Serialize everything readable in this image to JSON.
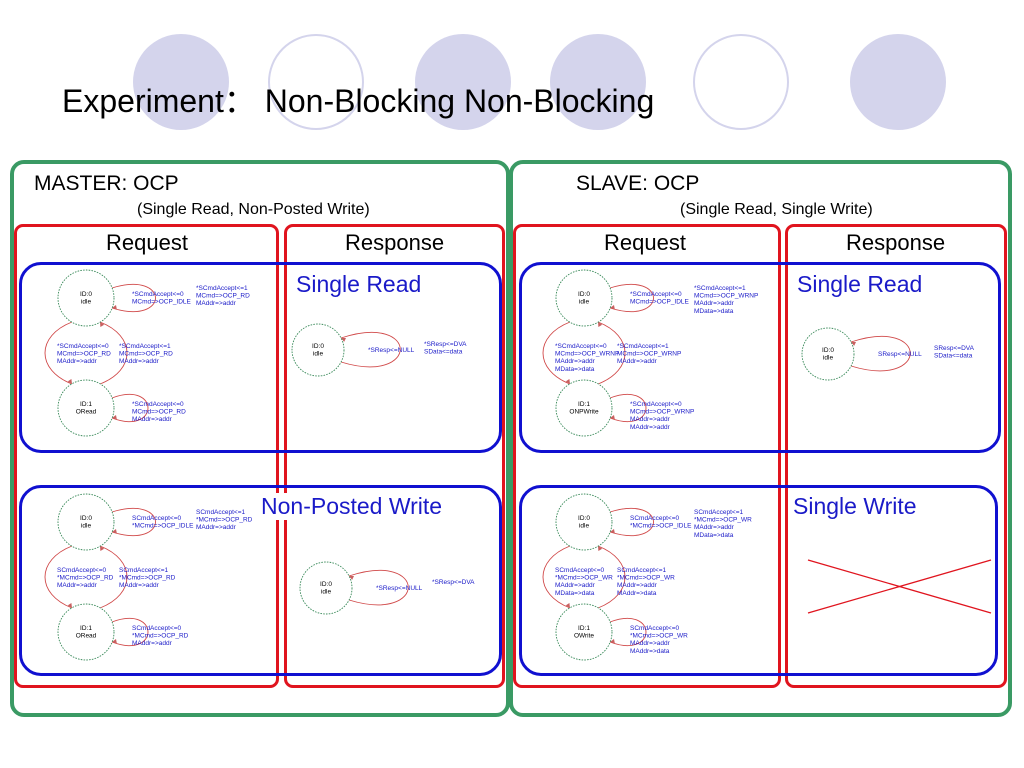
{
  "title": "Experiment：  Non-Blocking Non-Blocking",
  "colors": {
    "green": "#3a9a64",
    "red": "#e0141e",
    "blue": "#1010d0",
    "deco": "#d4d4ec"
  },
  "master": {
    "header": "MASTER:    OCP",
    "sub": "(Single Read, Non-Posted Write)",
    "request": "Request",
    "response": "Response",
    "sections": [
      "Single Read",
      "Non-Posted Write"
    ]
  },
  "slave": {
    "header": "SLAVE:    OCP",
    "sub": "(Single Read, Single Write)",
    "request": "Request",
    "response": "Response",
    "sections": [
      "Single Read",
      "Single Write"
    ]
  },
  "fsm": {
    "m_read_req": {
      "s0": [
        "ID:0",
        "idle"
      ],
      "s1": [
        "ID:1",
        "ORead"
      ],
      "loop0": [
        "*SCmdAccept<=0",
        "MCmd=>OCP_IDLE"
      ],
      "out0": [
        "*SCmdAccept<=1",
        "MCmd=>OCP_RD",
        "MAddr=>addr"
      ],
      "left": [
        "*SCmdAccept<=0",
        "MCmd=>OCP_RD",
        "MAddr=>addr"
      ],
      "right": [
        "*SCmdAccept<=1",
        "MCmd=>OCP_RD",
        "MAddr=>addr"
      ],
      "loop1": [
        "*SCmdAccept<=0",
        "MCmd=>OCP_RD",
        "MAddr=>addr"
      ]
    },
    "m_read_resp": {
      "s0": [
        "ID:0",
        "idle"
      ],
      "loop": [
        "*SResp<=NULL"
      ],
      "out": [
        "*SResp<=DVA",
        "SData<=data"
      ]
    },
    "m_write_req": {
      "s0": [
        "ID:0",
        "idle"
      ],
      "s1": [
        "ID:1",
        "ORead"
      ],
      "loop0": [
        "SCmdAccept<=0",
        "*MCmd=>OCP_IDLE"
      ],
      "out0": [
        "SCmdAccept<=1",
        "*MCmd=>OCP_RD",
        "MAddr=>addr"
      ],
      "left": [
        "SCmdAccept<=0",
        "*MCmd=>OCP_RD",
        "MAddr=>addr"
      ],
      "right": [
        "SCmdAccept<=1",
        "*MCmd=>OCP_RD",
        "MAddr=>addr"
      ],
      "loop1": [
        "SCmdAccept<=0",
        "*MCmd=>OCP_RD",
        "MAddr=>addr"
      ]
    },
    "m_write_resp": {
      "s0": [
        "ID:0",
        "idle"
      ],
      "loop": [
        "*SResp<=NULL"
      ],
      "out": [
        "*SResp<=DVA"
      ]
    },
    "s_read_req": {
      "s0": [
        "ID:0",
        "idle"
      ],
      "s1": [
        "ID:1",
        "ONPWrite"
      ],
      "loop0": [
        "*SCmdAccept<=0",
        "MCmd=>OCP_IDLE"
      ],
      "out0": [
        "*SCmdAccept<=1",
        "MCmd=>OCP_WRNP",
        "MAddr=>addr",
        "MData=>data"
      ],
      "left": [
        "*SCmdAccept<=0",
        "MCmd=>OCP_WRNP",
        "MAddr=>addr",
        "MData=>data"
      ],
      "right": [
        "*SCmdAccept<=1",
        "MCmd=>OCP_WRNP",
        "MAddr=>addr"
      ],
      "loop1": [
        "*SCmdAccept<=0",
        "MCmd=>OCP_WRNP",
        "MAddr=>addr",
        "MAddr=>addr"
      ]
    },
    "s_read_resp": {
      "s0": [
        "ID:0",
        "idle"
      ],
      "loop": [
        "SResp<=NULL"
      ],
      "out": [
        "SResp<=DVA",
        "SData<=data"
      ]
    },
    "s_write_req": {
      "s0": [
        "ID:0",
        "idle"
      ],
      "s1": [
        "ID:1",
        "OWrite"
      ],
      "loop0": [
        "SCmdAccept<=0",
        "*MCmd=>OCP_IDLE"
      ],
      "out0": [
        "SCmdAccept<=1",
        "*MCmd=>OCP_WR",
        "MAddr=>addr",
        "MData=>data"
      ],
      "left": [
        "SCmdAccept<=0",
        "*MCmd=>OCP_WR",
        "MAddr=>addr",
        "MData=>data"
      ],
      "right": [
        "SCmdAccept<=1",
        "*MCmd=>OCP_WR",
        "MAddr=>addr",
        "MAddr=>data"
      ],
      "loop1": [
        "SCmdAccept<=0",
        "*MCmd=>OCP_WR",
        "MAddr=>addr",
        "MAddr=>data"
      ]
    }
  }
}
